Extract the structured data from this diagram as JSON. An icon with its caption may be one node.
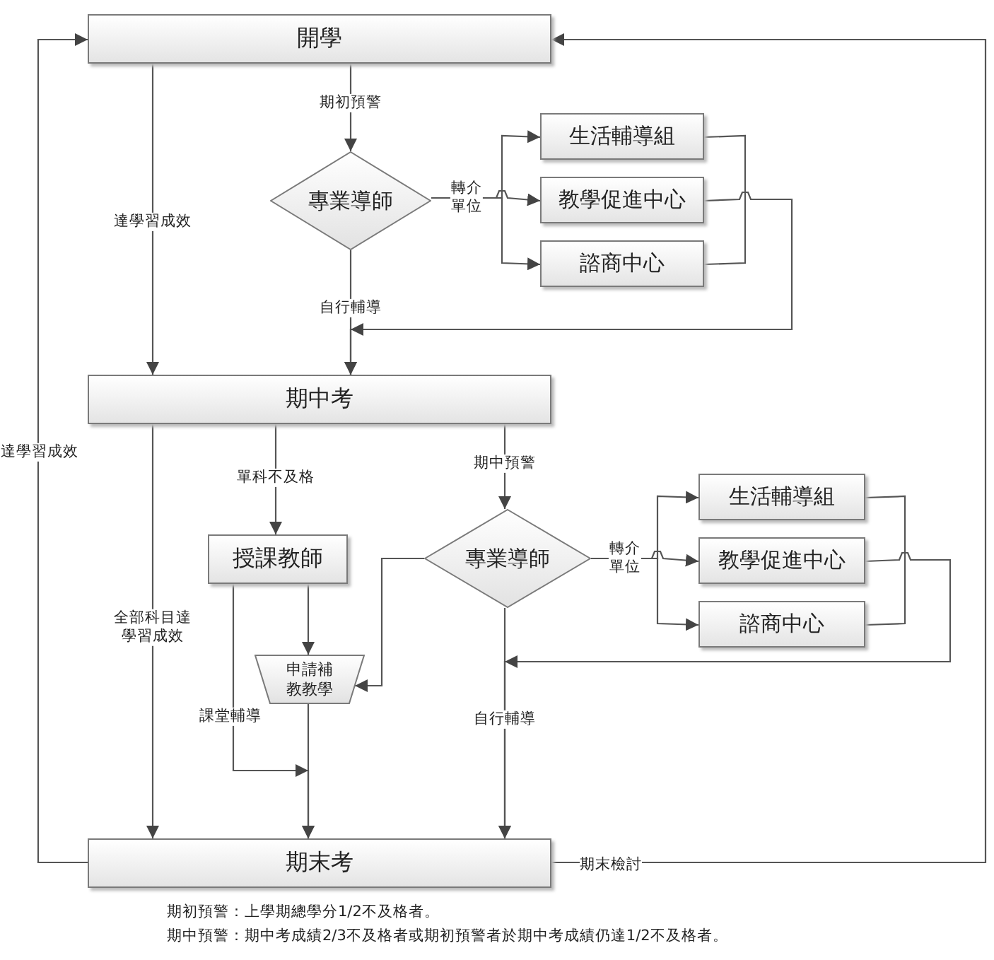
{
  "diagram": {
    "nodes": [
      {
        "text": [
          "開學"
        ]
      },
      {
        "text": [
          "專業導師"
        ]
      },
      {
        "text": [
          "生活輔導組"
        ]
      },
      {
        "text": [
          "教學促進中心"
        ]
      },
      {
        "text": [
          "諮商中心"
        ]
      },
      {
        "text": [
          "期中考"
        ]
      },
      {
        "text": [
          "授課教師"
        ]
      },
      {
        "text": [
          "專業導師"
        ]
      },
      {
        "text": [
          "生活輔導組"
        ]
      },
      {
        "text": [
          "教學促進中心"
        ]
      },
      {
        "text": [
          "諮商中心"
        ]
      },
      {
        "text": [
          "申請補教教學"
        ]
      },
      {
        "text": [
          "期末考"
        ]
      }
    ],
    "edges": [
      {
        "from": 0,
        "to": 5,
        "arrow": "to",
        "label": "達學習成效"
      },
      {
        "from": 0,
        "to": 1,
        "arrow": "to",
        "label": "期初預警"
      },
      {
        "from": 1,
        "to": 2,
        "arrow": "to"
      },
      {
        "from": 1,
        "to": 3,
        "arrow": "to",
        "label": "轉介單位"
      },
      {
        "from": 1,
        "to": 4,
        "arrow": "to"
      },
      {
        "from": 2,
        "to": 4,
        "arrow": "none"
      },
      {
        "from": 3,
        "to": 5,
        "arrow": "to"
      },
      {
        "from": 1,
        "to": 5,
        "arrow": "to",
        "label": "自行輔導"
      },
      {
        "from": 5,
        "to": 6,
        "arrow": "to",
        "label": "單科不及格"
      },
      {
        "from": 5,
        "to": 7,
        "arrow": "to",
        "label": "期中預警"
      },
      {
        "from": 5,
        "to": 12,
        "arrow": "to",
        "label": "全部科目達學習成效"
      },
      {
        "from": 7,
        "to": 8,
        "arrow": "to"
      },
      {
        "from": 7,
        "to": 9,
        "arrow": "to",
        "label": "轉介單位"
      },
      {
        "from": 7,
        "to": 10,
        "arrow": "to"
      },
      {
        "from": 8,
        "to": 10,
        "arrow": "none"
      },
      {
        "from": 9,
        "to": 12,
        "arrow": "to"
      },
      {
        "from": 7,
        "to": 12,
        "arrow": "to",
        "label": "自行輔導"
      },
      {
        "from": 7,
        "to": 11,
        "arrow": "to"
      },
      {
        "from": 6,
        "to": 11,
        "arrow": "to"
      },
      {
        "from": 6,
        "to": 12,
        "arrow": "to",
        "label": "課堂輔導"
      },
      {
        "from": 11,
        "to": 12,
        "arrow": "to"
      },
      {
        "from": 12,
        "to": 0,
        "arrow": "to",
        "label": "達學習成效"
      },
      {
        "from": 12,
        "to": 0,
        "arrow": "to",
        "label": "期末檢討"
      }
    ],
    "labels": [
      "期初預警：上學期總學分1/2不及格者。",
      "期中預警：期中考成績2/3不及格者或期初預警者於期中考成績仍達1/2不及格者。"
    ]
  }
}
